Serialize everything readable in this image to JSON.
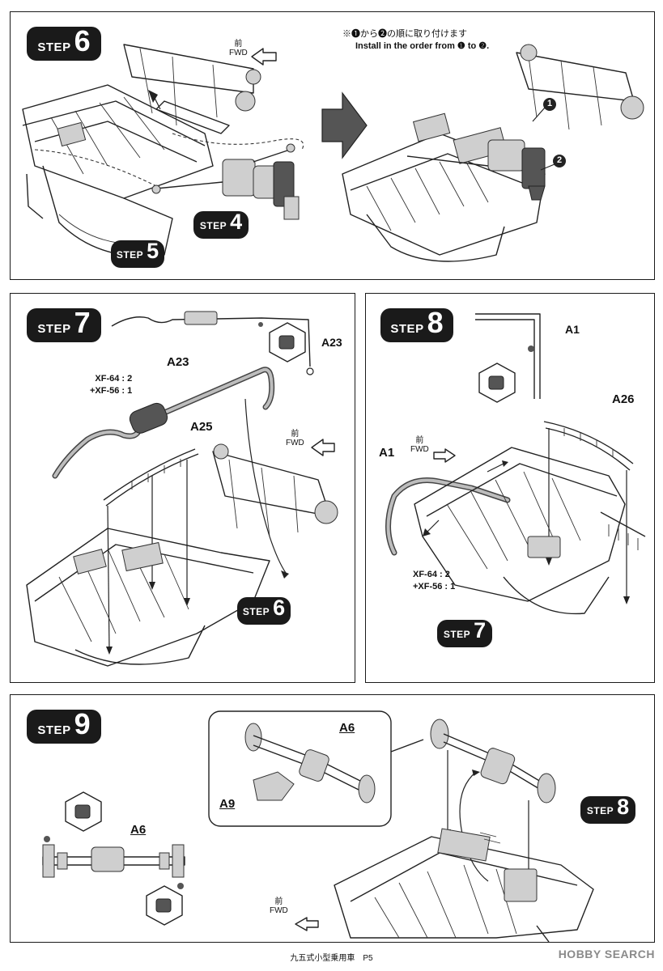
{
  "steps": {
    "s6": {
      "label": "STEP",
      "number": "6",
      "fwd_jp": "前",
      "fwd_en": "FWD",
      "note_jp": "※❶から❷の順に取り付けます",
      "note_en": "Install in the order from ❶ to ❷.",
      "marker1": "1",
      "marker2": "2",
      "ref_step4_label": "STEP",
      "ref_step4_num": "4",
      "ref_step5_label": "STEP",
      "ref_step5_num": "5"
    },
    "s7": {
      "label": "STEP",
      "number": "7",
      "part_a23_top": "A23",
      "part_a23": "A23",
      "part_a25": "A25",
      "xf_line1": "XF-64 : 2",
      "xf_line2": "+XF-56 : 1",
      "fwd_jp": "前",
      "fwd_en": "FWD",
      "ref_step_label": "STEP",
      "ref_step_num": "6"
    },
    "s8": {
      "label": "STEP",
      "number": "8",
      "part_a1_top": "A1",
      "part_a1": "A1",
      "part_a26": "A26",
      "xf_line1": "XF-64 : 2",
      "xf_line2": "+XF-56 : 1",
      "fwd_jp": "前",
      "fwd_en": "FWD",
      "ref_step_label": "STEP",
      "ref_step_num": "7"
    },
    "s9": {
      "label": "STEP",
      "number": "9",
      "part_a6_left": "A6",
      "part_a6_inset": "A6",
      "part_a9_inset": "A9",
      "fwd_jp": "前",
      "fwd_en": "FWD",
      "ref_step_label": "STEP",
      "ref_step_num": "8"
    }
  },
  "footer": {
    "title": "九五式小型乗用車　P5"
  },
  "watermark": {
    "text": "HOBBY SEARCH"
  }
}
